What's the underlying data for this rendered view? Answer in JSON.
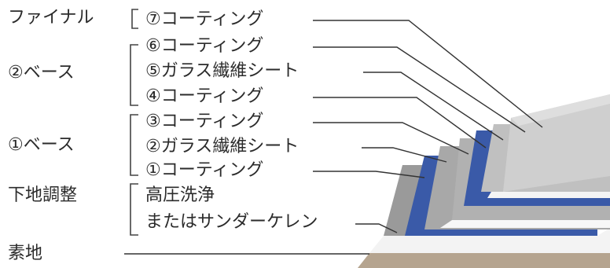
{
  "groups": {
    "final": "ファイナル",
    "base2": "②ベース",
    "base1": "①ベース",
    "prep": "下地調整",
    "substrate": "素地"
  },
  "layers": {
    "coat7": "⑦コーティング",
    "coat6": "⑥コーティング",
    "glass5": "⑤ガラス繊維シート",
    "coat4": "④コーティング",
    "coat3": "③コーティング",
    "glass2": "②ガラス繊維シート",
    "coat1": "①コーティング",
    "prep_line1": "高圧洗浄",
    "prep_line2": "またはサンダーケレン"
  },
  "colors": {
    "leader": "#333333",
    "bracket": "#444444",
    "blue_sheet": "#3a5aa8",
    "gray_coat": "#8f8f8f",
    "substrate": "#b5a48f"
  }
}
